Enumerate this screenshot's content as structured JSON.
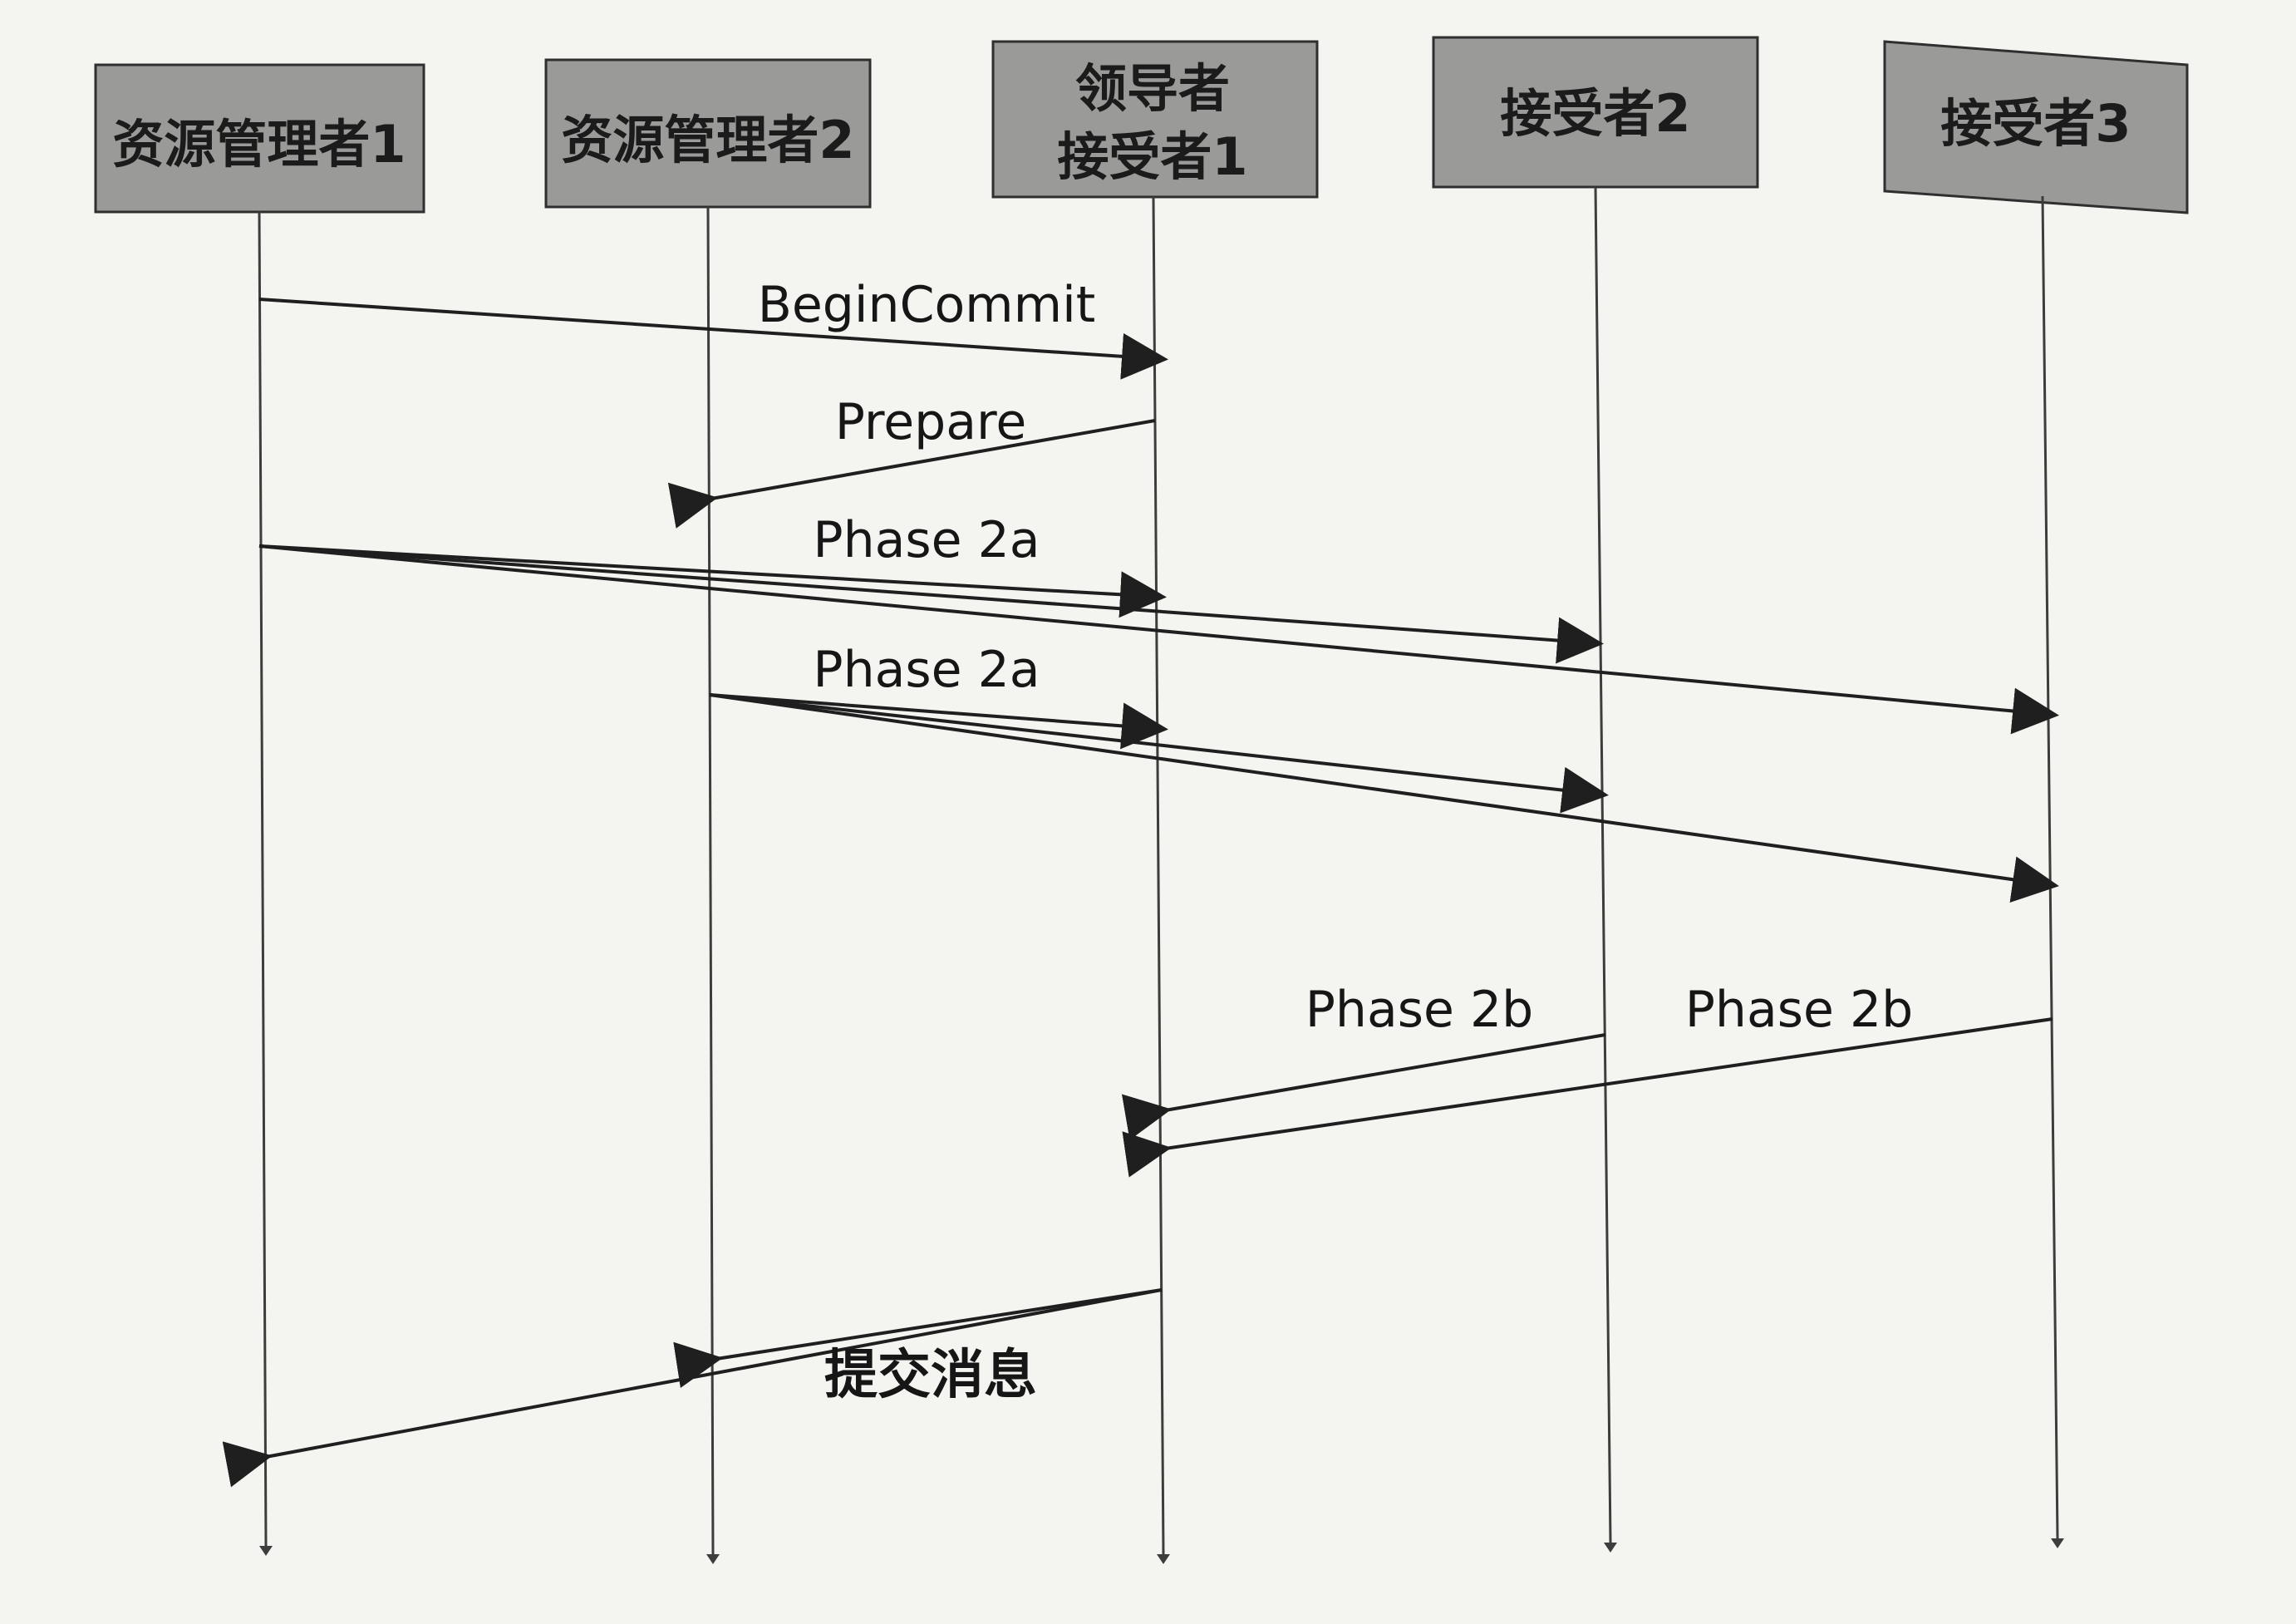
{
  "participants": {
    "rm1": {
      "label": "资源管理者1"
    },
    "rm2": {
      "label": "资源管理者2"
    },
    "leader": {
      "label_line1": "领导者",
      "label_line2": "接受者1"
    },
    "acceptor2": {
      "label": "接受者2"
    },
    "acceptor3": {
      "label": "接受者3"
    }
  },
  "messages": {
    "begin_commit": "BeginCommit",
    "prepare": "Prepare",
    "phase2a_from_rm1": "Phase 2a",
    "phase2a_from_rm2": "Phase 2a",
    "phase2b_from_acceptor2": "Phase 2b",
    "phase2b_from_acceptor3": "Phase 2b",
    "commit_message": "提交消息"
  }
}
